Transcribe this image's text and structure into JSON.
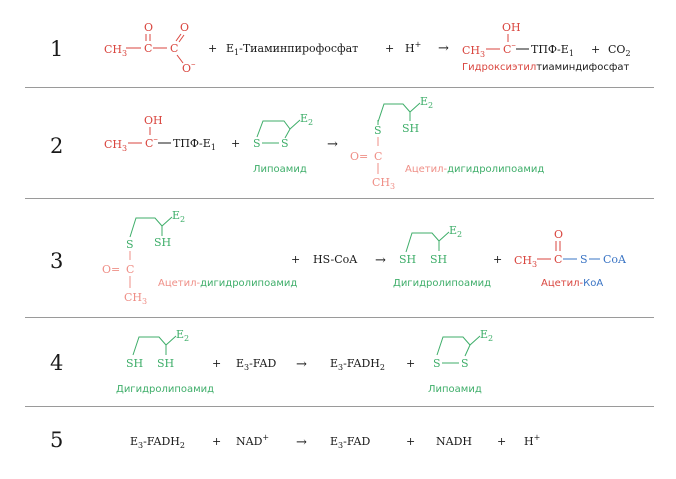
{
  "colors": {
    "red": "#d9463f",
    "pink": "#ef8f87",
    "green": "#3fae6a",
    "blue": "#3a74c4",
    "black": "#1a1a1a",
    "rule": "#9a9a9a"
  },
  "steps": [
    {
      "num": "1",
      "t": {
        "pyr_ch3": "CH",
        "pyr_ch3_sub": "3",
        "pyr_c1": "C",
        "pyr_o1": "O",
        "pyr_c2": "C",
        "pyr_o2": "O",
        "pyr_ominus": "O",
        "pyr_minus": "–",
        "plus1": "+",
        "e1tpp": "E",
        "e1tpp_sub": "1",
        "e1tpp_rest": "-Тиаминпирофосфат",
        "plus2": "+",
        "h": "H",
        "hsup": "+",
        "arrow": "→",
        "p_oh": "OH",
        "p_ch3": "CH",
        "p_ch3_sub": "3",
        "p_c": "C",
        "p_minus": "–",
        "p_tpf": "ТПФ-E",
        "p_tpf_sub": "1",
        "plus3": "+",
        "co2": "CO",
        "co2_sub": "2"
      },
      "caption_a": "Гидроксиэтил",
      "caption_b": "тиаминдифосфат"
    },
    {
      "num": "2",
      "t": {
        "oh": "OH",
        "ch3": "CH",
        "ch3_sub": "3",
        "c": "C",
        "minus": "–",
        "tpf": "ТПФ-E",
        "tpf_sub": "1",
        "plus1": "+",
        "e2": "E",
        "e2_sub": "2",
        "s1": "S",
        "s2": "S",
        "arrow": "→",
        "p_e2": "E",
        "p_e2_sub": "2",
        "p_s": "S",
        "p_sh": "SH",
        "p_o": "O",
        "p_eq": "=",
        "p_c": "C",
        "p_ch3": "CH",
        "p_ch3_sub": "3"
      },
      "lipoamide": "Липоамид",
      "acetyl": "Ацетил-",
      "dihydro": "дигидролипоамид"
    },
    {
      "num": "3",
      "t": {
        "e2": "E",
        "e2_sub": "2",
        "s": "S",
        "sh": "SH",
        "o": "O",
        "eq": "=",
        "c": "C",
        "ch3": "CH",
        "ch3_sub": "3",
        "plus1": "+",
        "hscoa": "HS-CoA",
        "arrow": "→",
        "p_e2": "E",
        "p_e2_sub": "2",
        "p_sh1": "SH",
        "p_sh2": "SH",
        "plus2": "+",
        "a_o": "O",
        "a_ch3": "CH",
        "a_ch3_sub": "3",
        "a_c": "C",
        "a_s": "S",
        "a_coa": "CoA"
      },
      "acetyl": "Ацетил-",
      "dihydro_a": "дигидролипоамид",
      "dihydro_b": "Дигидролипоамид",
      "acetyl_coa_a": "Ацетил-",
      "acetyl_coa_b": "КоА"
    },
    {
      "num": "4",
      "t": {
        "e2": "E",
        "e2_sub": "2",
        "sh1": "SH",
        "sh2": "SH",
        "plus1": "+",
        "e3fad": "E",
        "e3fad_sub": "3",
        "e3fad_rest": "-FAD",
        "arrow": "→",
        "e3fadh": "E",
        "e3fadh_sub": "3",
        "e3fadh_rest": "-FADH",
        "e3fadh_sub2": "2",
        "plus2": "+",
        "p_e2": "E",
        "p_e2_sub": "2",
        "p_s1": "S",
        "p_s2": "S"
      },
      "dihydro": "Дигидролипоамид",
      "lipoamide": "Липоамид"
    },
    {
      "num": "5",
      "t": {
        "e3fadh": "E",
        "e3fadh_sub": "3",
        "e3fadh_rest": "-FADH",
        "e3fadh_sub2": "2",
        "plus1": "+",
        "nad": "NAD",
        "nad_sup": "+",
        "arrow": "→",
        "e3fad": "E",
        "e3fad_sub": "3",
        "e3fad_rest": "-FAD",
        "plus2": "+",
        "nadh": "NADH",
        "plus3": "+",
        "h": "H",
        "h_sup": "+"
      }
    }
  ]
}
